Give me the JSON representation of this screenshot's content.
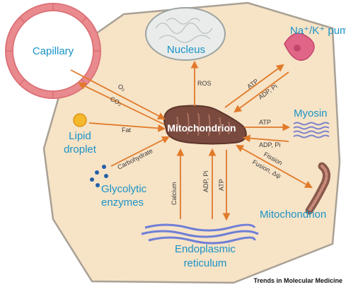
{
  "labels": {
    "capillary": "Capillary",
    "nucleus": "Nucleus",
    "pump": "Na⁺/K⁺ pump",
    "lipid_line1": "Lipid",
    "lipid_line2": "droplet",
    "glyco_line1": "Glycolytic",
    "glyco_line2": "enzymes",
    "myosin": "Myosin",
    "mitochondrion_center": "Mitochondrion",
    "mitochondrion_small": "Mitochondrion",
    "er_line1": "Endoplasmic",
    "er_line2": "reticulum"
  },
  "arrow_labels": {
    "o2": "O₂",
    "co2": "CO₂",
    "fat": "Fat",
    "carbohydrate": "Carbohydrate",
    "ros": "ROS",
    "atp_pump": "ATP",
    "adp_pump": "ADP, Pi",
    "atp_myosin": "ATP",
    "adp_myosin": "ADP, Pi",
    "fission": "Fission",
    "fusion": "Fusion, Δψ",
    "calcium": "Calcium",
    "adp_er": "ADP, Pi",
    "atp_er": "ATP"
  },
  "credit": "Trends in Molecular Medicine",
  "colors": {
    "cell_fill": "#f7e3c6",
    "cell_stroke": "#a9a195",
    "arrow": "#e07a2a",
    "label_blue": "#1a93c7",
    "mito_fill": "#7a4a3e",
    "capillary": "#e98a8e",
    "er": "#6f7fd6",
    "myosin": "#7c84cc"
  }
}
